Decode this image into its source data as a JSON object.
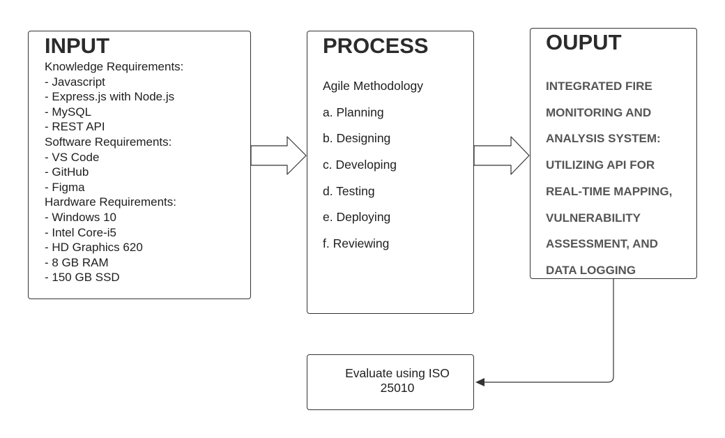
{
  "input": {
    "title": "INPUT",
    "lines": [
      "Knowledge Requirements:",
      "- Javascript",
      "- Express.js with Node.js",
      "- MySQL",
      "- REST API",
      "Software Requirements:",
      "- VS Code",
      "- GitHub",
      "- Figma",
      "Hardware Requirements:",
      "- Windows 10",
      "- Intel Core-i5",
      "- HD Graphics 620",
      "- 8 GB RAM",
      "- 150 GB SSD"
    ]
  },
  "process": {
    "title": "PROCESS",
    "items": [
      "Agile Methodology",
      "a. Planning",
      "b. Designing",
      "c. Developing",
      "d. Testing",
      "e. Deploying",
      "f. Reviewing"
    ]
  },
  "output": {
    "title": "OUPUT",
    "lines": [
      "INTEGRATED FIRE",
      "MONITORING AND",
      "ANALYSIS SYSTEM:",
      "UTILIZING API FOR",
      "REAL-TIME MAPPING,",
      "VULNERABILITY",
      "ASSESSMENT, AND",
      "DATA LOGGING"
    ]
  },
  "evaluation": {
    "line1": "Evaluate using ISO",
    "line2": "25010"
  },
  "colors": {
    "border": "#333333",
    "output_text": "#555555",
    "text": "#1e1e1e"
  }
}
